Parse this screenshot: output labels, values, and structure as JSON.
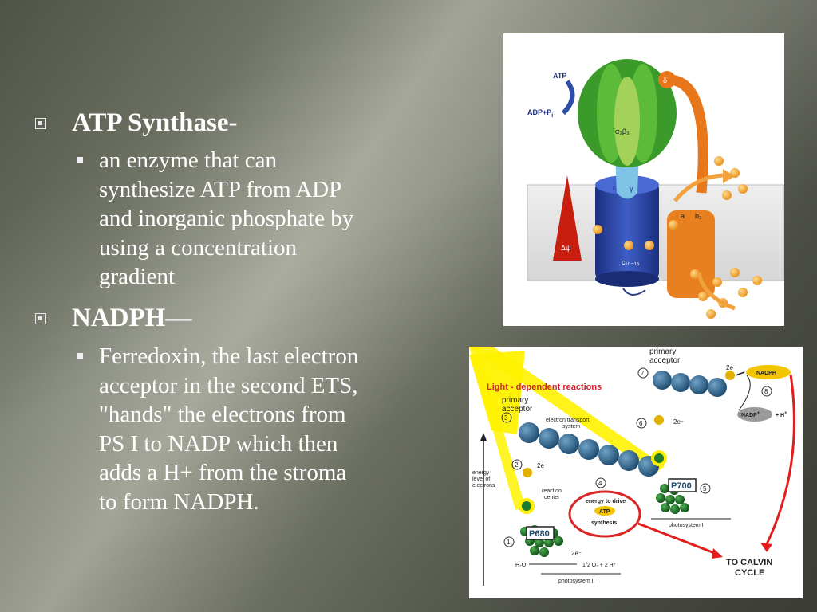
{
  "slide": {
    "items": [
      {
        "heading": "ATP Synthase-",
        "text_lines": [
          "an enzyme that can",
          "synthesize ATP from ADP",
          "and inorganic phosphate by",
          "using a concentration",
          "gradient"
        ]
      },
      {
        "heading": "NADPH—",
        "text_lines": [
          "Ferredoxin, the last electron",
          "acceptor in the second ETS,",
          "\"hands\" the electrons from",
          "PS I to NADP which then",
          "adds a H+ from the stroma",
          "to form NADPH."
        ]
      }
    ]
  },
  "atp_diagram": {
    "atp": "ATP",
    "adp_pi": "ADP+P",
    "pi_sub": "i",
    "alpha_beta": "α₃β₃",
    "delta": "δ",
    "gamma": "γ",
    "epsilon": "ε",
    "a": "a",
    "b2": "b₂",
    "psi": "Δψ",
    "c": "c₁₀₋₁₅"
  },
  "light_diagram": {
    "title": "Light - dependent reactions",
    "primary_acceptor_1": [
      "primary",
      "acceptor"
    ],
    "primary_acceptor_2": [
      "primary",
      "acceptor"
    ],
    "ets": [
      "electron transport",
      "system"
    ],
    "energy_level": [
      "energy",
      "level of",
      "electrons"
    ],
    "reaction_center": [
      "reaction",
      "center"
    ],
    "energy_to_drive": "energy to drive",
    "atp": "ATP",
    "synthesis": "synthesis",
    "p700": "P700",
    "p680": "P680",
    "photosystem1": "photosystem I",
    "photosystem2": "photosystem II",
    "nadph": "NADPH",
    "nadp": "NADP",
    "plus": "+",
    "h_plus": "+ H",
    "e_minus": "2e⁻",
    "h2o": "H₂O",
    "o2": "1/2 O₂ + 2 H⁺",
    "to_calvin": [
      "TO CALVIN",
      "CYCLE"
    ],
    "step1": "1",
    "step2": "2",
    "step3": "3",
    "step4": "4",
    "step5": "5",
    "step6": "6",
    "step7": "7",
    "step8": "8"
  }
}
